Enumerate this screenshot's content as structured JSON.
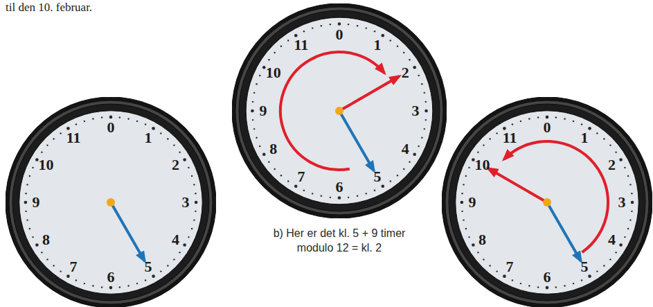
{
  "diagram": {
    "caption": "b) Her er det kl. 5 + 9 timer modulo 12 = kl. 2",
    "nodes": [
      {
        "text": [
          "0",
          "1",
          "2",
          "3",
          "4",
          "5",
          "6",
          "7",
          "8",
          "9",
          "10",
          "11"
        ]
      },
      {
        "text": [
          "0",
          "1",
          "2",
          "3",
          "4",
          "5",
          "6",
          "7",
          "8",
          "9",
          "10",
          "11"
        ]
      },
      {
        "text": [
          "0",
          "1",
          "2",
          "3",
          "4",
          "5",
          "6",
          "7",
          "8",
          "9",
          "10",
          "11"
        ]
      }
    ],
    "labels": [
      "til den 10. februar."
    ]
  }
}
